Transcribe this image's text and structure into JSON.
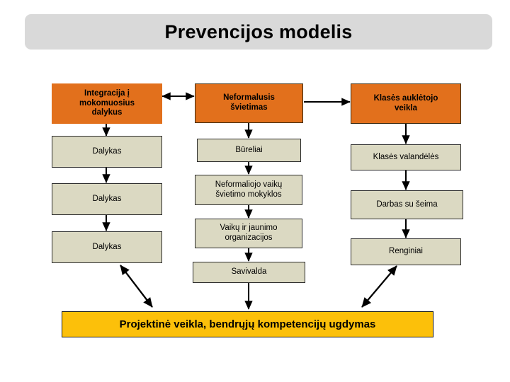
{
  "title": {
    "text": "Prevencijos modelis"
  },
  "colors": {
    "banner_bg": "#d9d9d9",
    "head_box": "#e2701c",
    "step_box": "#dbd9c2",
    "footer_box": "#fcc00a",
    "border": "#2b2b2b",
    "arrow": "#000000",
    "text": "#000000",
    "page_bg": "#ffffff"
  },
  "columns": [
    {
      "id": "column-integration",
      "header": {
        "id": "node-integracija",
        "label": "Integracija į\nmokomuosius\ndalykus",
        "style": "head",
        "bordered": false
      },
      "items": [
        {
          "id": "node-dalykas-1",
          "label": "Dalykas"
        },
        {
          "id": "node-dalykas-2",
          "label": "Dalykas"
        },
        {
          "id": "node-dalykas-3",
          "label": "Dalykas"
        }
      ]
    },
    {
      "id": "column-neformalusis",
      "header": {
        "id": "node-neformalusis",
        "label": "Neformalusis\nšvietimas",
        "style": "head",
        "bordered": true
      },
      "items": [
        {
          "id": "node-bureliai",
          "label": "Būreliai"
        },
        {
          "id": "node-neformaliojo-mokyklos",
          "label": "Neformaliojo vaikų\nšvietimo mokyklos"
        },
        {
          "id": "node-organizacijos",
          "label": "Vaikų ir jaunimo\norganizacijos"
        },
        {
          "id": "node-savivalda",
          "label": "Savivalda"
        }
      ]
    },
    {
      "id": "column-klases-aukletojo",
      "header": {
        "id": "node-klases-aukletojo",
        "label": "Klasės auklėtojo\nveikla",
        "style": "head",
        "bordered": true
      },
      "items": [
        {
          "id": "node-klases-valandeles",
          "label": "Klasės valandėlės"
        },
        {
          "id": "node-darbas-su-seima",
          "label": "Darbas su šeima"
        },
        {
          "id": "node-renginiai",
          "label": "Renginiai"
        }
      ]
    }
  ],
  "footer": {
    "id": "node-projektine-veikla",
    "label": "Projektinė veikla, bendrųjų kompetencijų ugdymas"
  },
  "connectors": [
    {
      "id": "arrow-integracija-to-neformalusis",
      "kind": "horizontal-double"
    },
    {
      "id": "arrow-neformalusis-to-klases-aukletojo",
      "kind": "horizontal-single"
    },
    {
      "id": "arrow-integracija-to-dalykas-1",
      "kind": "vertical-single"
    },
    {
      "id": "arrow-dalykas-1-to-dalykas-2",
      "kind": "vertical-single"
    },
    {
      "id": "arrow-dalykas-2-to-dalykas-3",
      "kind": "vertical-single"
    },
    {
      "id": "arrow-neformalusis-to-bureliai",
      "kind": "vertical-single"
    },
    {
      "id": "arrow-bureliai-to-mokyklos",
      "kind": "vertical-single"
    },
    {
      "id": "arrow-mokyklos-to-organizacijos",
      "kind": "vertical-single"
    },
    {
      "id": "arrow-organizacijos-to-savivalda",
      "kind": "vertical-single"
    },
    {
      "id": "arrow-klases-aukletojo-to-valandeles",
      "kind": "vertical-single"
    },
    {
      "id": "arrow-valandeles-to-darbas",
      "kind": "vertical-single"
    },
    {
      "id": "arrow-darbas-to-renginiai",
      "kind": "vertical-single"
    },
    {
      "id": "arrow-savivalda-to-footer",
      "kind": "vertical-single"
    },
    {
      "id": "arrow-dalykas-3-to-footer",
      "kind": "diagonal-double"
    },
    {
      "id": "arrow-renginiai-to-footer",
      "kind": "diagonal-double"
    }
  ]
}
